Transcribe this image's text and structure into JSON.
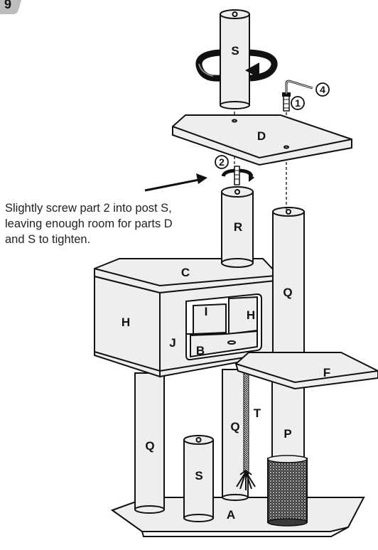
{
  "step_number": "9",
  "instruction_lines": [
    "Slightly screw part 2 into post S,",
    "leaving enough room for parts D",
    "and S to tighten."
  ],
  "parts": {
    "s_top": "S",
    "d": "D",
    "r": "R",
    "c": "C",
    "q_right": "Q",
    "h_left": "H",
    "i": "I",
    "h_inner": "H",
    "j": "J",
    "b": "B",
    "f": "F",
    "q_left": "Q",
    "q_mid": "Q",
    "t": "T",
    "p": "P",
    "s_bottom": "S",
    "a": "A"
  },
  "callouts": {
    "one": "1",
    "two": "2",
    "four": "4"
  },
  "colors": {
    "fill": "#eeeeee",
    "outline": "#111111",
    "badge": "#bcbcbc"
  }
}
